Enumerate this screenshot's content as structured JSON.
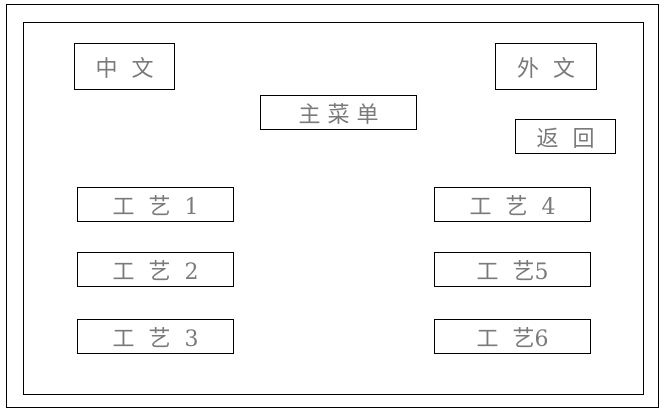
{
  "language": {
    "chinese_label": "中  文",
    "foreign_label": "外  文"
  },
  "header": {
    "title": "主 菜 单"
  },
  "navigation": {
    "back_label": "返  回"
  },
  "processes": [
    {
      "label": "工  艺  1"
    },
    {
      "label": "工  艺  2"
    },
    {
      "label": "工  艺  3"
    },
    {
      "label": "工  艺  4"
    },
    {
      "label": "工  艺5"
    },
    {
      "label": "工  艺6"
    }
  ]
}
